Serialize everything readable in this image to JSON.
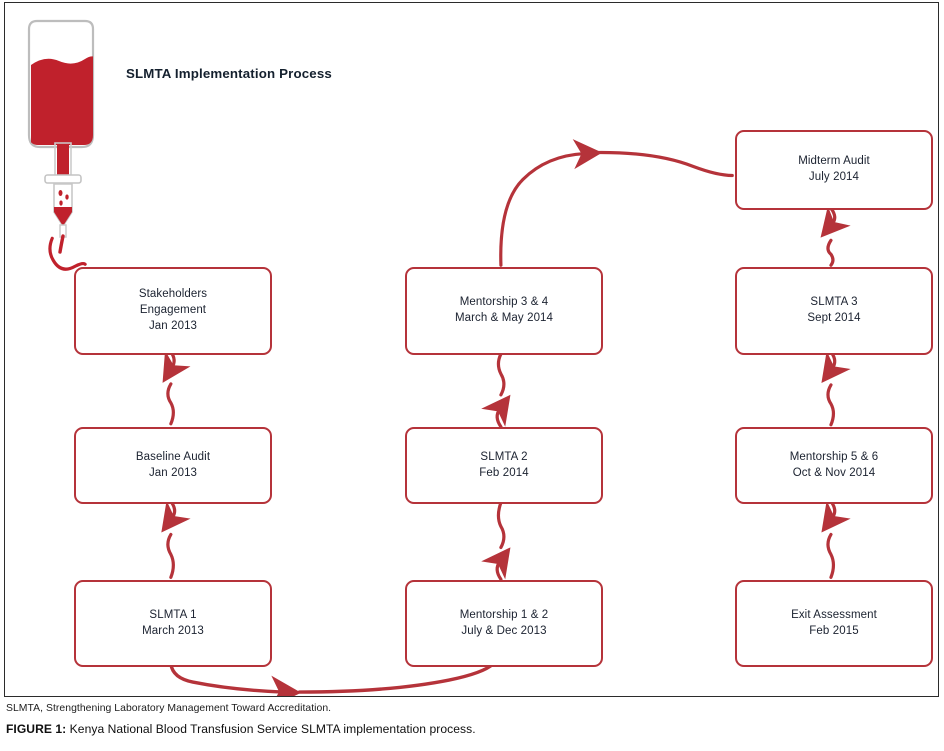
{
  "figure": {
    "title": "SLMTA Implementation Process",
    "abbreviation_note": "SLMTA, Strengthening Laboratory Management Toward Accreditation.",
    "caption_label": "FIGURE 1:",
    "caption_text": " Kenya National Blood Transfusion Service SLMTA implementation process.",
    "colors": {
      "blood_red": "#c0212c",
      "box_border_red": "#b5333a",
      "arrow_red": "#b5333a",
      "text_dark": "#1b2230",
      "frame_border": "#2b2b2b"
    }
  },
  "icons": {
    "blood_bag": "blood-bag-icon"
  },
  "flow": {
    "columns": [
      {
        "id": "column-1",
        "boxes": [
          {
            "id": "stakeholders-engagement",
            "lines": [
              "Stakeholders",
              "Engagement",
              "Jan 2013"
            ]
          },
          {
            "id": "baseline-audit",
            "lines": [
              "Baseline Audit",
              "Jan 2013"
            ]
          },
          {
            "id": "slmta-1",
            "lines": [
              "SLMTA 1",
              "March 2013"
            ]
          }
        ]
      },
      {
        "id": "column-2",
        "boxes": [
          {
            "id": "mentorship-3-4",
            "lines": [
              "Mentorship 3 & 4",
              "March & May 2014"
            ]
          },
          {
            "id": "slmta-2",
            "lines": [
              "SLMTA 2",
              "Feb 2014"
            ]
          },
          {
            "id": "mentorship-1-2",
            "lines": [
              "Mentorship 1 & 2",
              "July & Dec 2013"
            ]
          }
        ]
      },
      {
        "id": "column-3",
        "boxes": [
          {
            "id": "midterm-audit",
            "lines": [
              "Midterm Audit",
              "July 2014"
            ]
          },
          {
            "id": "slmta-3",
            "lines": [
              "SLMTA 3",
              "Sept 2014"
            ]
          },
          {
            "id": "mentorship-5-6",
            "lines": [
              "Mentorship 5 & 6",
              "Oct & Nov 2014"
            ]
          },
          {
            "id": "exit-assessment",
            "lines": [
              "Exit Assessment",
              "Feb 2015"
            ]
          }
        ]
      }
    ],
    "connectors": [
      {
        "id": "bag-to-stakeholders",
        "from": "blood-bag",
        "to": "stakeholders-engagement",
        "direction": "down"
      },
      {
        "id": "stakeholders-to-baseline",
        "from": "stakeholders-engagement",
        "to": "baseline-audit",
        "direction": "down"
      },
      {
        "id": "baseline-to-slmta1",
        "from": "baseline-audit",
        "to": "slmta-1",
        "direction": "down"
      },
      {
        "id": "slmta1-to-mentorship12",
        "from": "slmta-1",
        "to": "mentorship-1-2",
        "direction": "right"
      },
      {
        "id": "mentorship12-to-slmta2",
        "from": "mentorship-1-2",
        "to": "slmta-2",
        "direction": "up"
      },
      {
        "id": "slmta2-to-mentorship34",
        "from": "slmta-2",
        "to": "mentorship-3-4",
        "direction": "up"
      },
      {
        "id": "mentorship34-to-midterm",
        "from": "mentorship-3-4",
        "to": "midterm-audit",
        "direction": "right"
      },
      {
        "id": "midterm-to-slmta3",
        "from": "midterm-audit",
        "to": "slmta-3",
        "direction": "down"
      },
      {
        "id": "slmta3-to-mentorship56",
        "from": "slmta-3",
        "to": "mentorship-5-6",
        "direction": "down"
      },
      {
        "id": "mentorship56-to-exit",
        "from": "mentorship-5-6",
        "to": "exit-assessment",
        "direction": "down"
      }
    ]
  }
}
